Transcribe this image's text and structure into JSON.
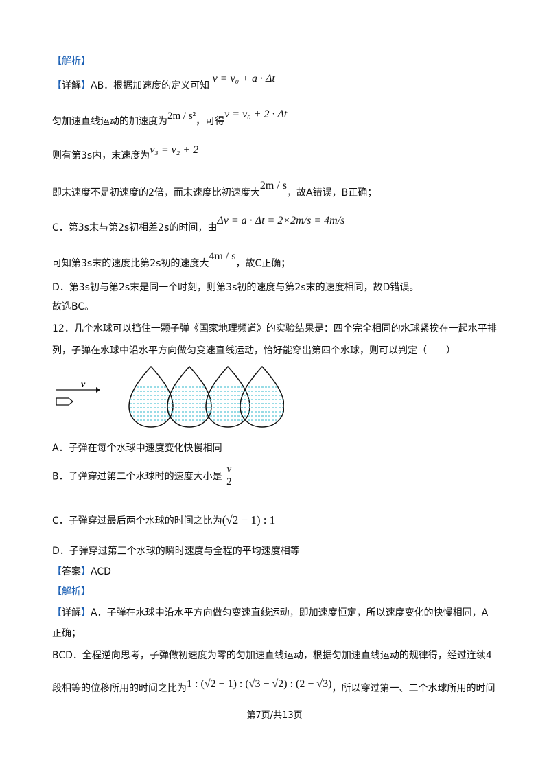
{
  "jiexi1": "【解析】",
  "xiangjie1": {
    "prefix": "【详解】AB．根据加速度的定义可知",
    "formula": "v = v₀ + a · Δt"
  },
  "line2": {
    "prefix": "匀加速直线运动的加速度为",
    "accel": "2m / s²",
    "mid": "，可得",
    "formula": "v = v₀ + 2 · Δt"
  },
  "line3": {
    "prefix": "则有第3s内，末速度为",
    "formula": "v₃ = v₂ + 2"
  },
  "line4": {
    "prefix": "即末速度不是初速度的2倍，而末速度比初速度大",
    "value": "2m / s",
    "suffix": "，故A错误，B正确；"
  },
  "line5": {
    "prefix": "C．第3s末与第2s初相差2s的时间，由",
    "formula": "Δv = a · Δt = 2×2m/s = 4m/s"
  },
  "line6": {
    "prefix": "可知第3s末的速度比第2s初的速度大",
    "value": "4m / s",
    "suffix": "，故C正确；"
  },
  "line7": "D．第3s初与第2s末是同一个时刻，则第3s初的速度与第2s末的速度相同，故D错误。",
  "line8": "故选BC。",
  "q12": {
    "line1": "12．几个水球可以挡住一颗子弹《国家地理频道》的实验结果是：四个完全相同的水球紧挨在一起水平排",
    "line2": "列，子弹在水球中沿水平方向做匀变速直线运动，恰好能穿出第四个水球，则可以判定（　　）",
    "figure_label": "v"
  },
  "options": {
    "A": "A．子弹在每个水球中速度变化快慢相同",
    "B_prefix": "B．子弹穿过第二个水球时的速度大小是",
    "B_num": "v",
    "B_den": "2",
    "C_prefix": "C．子弹穿过最后两个水球的时间之比为",
    "C_formula": "(√2 − 1) : 1",
    "D": "D．子弹穿过第三个水球的瞬时速度与全程的平均速度相等"
  },
  "answer": "【答案】ACD",
  "jiexi2": "【解析】",
  "xiangjie2": {
    "line1": "【详解】A．子弹在水球中沿水平方向做匀变速直线运动，即加速度恒定，所以速度变化的快慢相同，A",
    "line2": "正确；",
    "line3": "BCD．全程逆向思考，子弹做初速度为零的匀加速直线运动，根据匀加速直线运动的规律得，经过连续4",
    "line4_prefix": "段相等的位移所用的时间之比为",
    "line4_formula": "1 : (√2 − 1) : (√3 − √2) : (2 − √3)",
    "line4_suffix": "，所以穿过第一、二个水球所用的时间"
  },
  "footer": "第7页/共13页",
  "colors": {
    "bracket": "#1a5fb4",
    "water_lines": "#5bc8d6",
    "text": "#111111"
  }
}
